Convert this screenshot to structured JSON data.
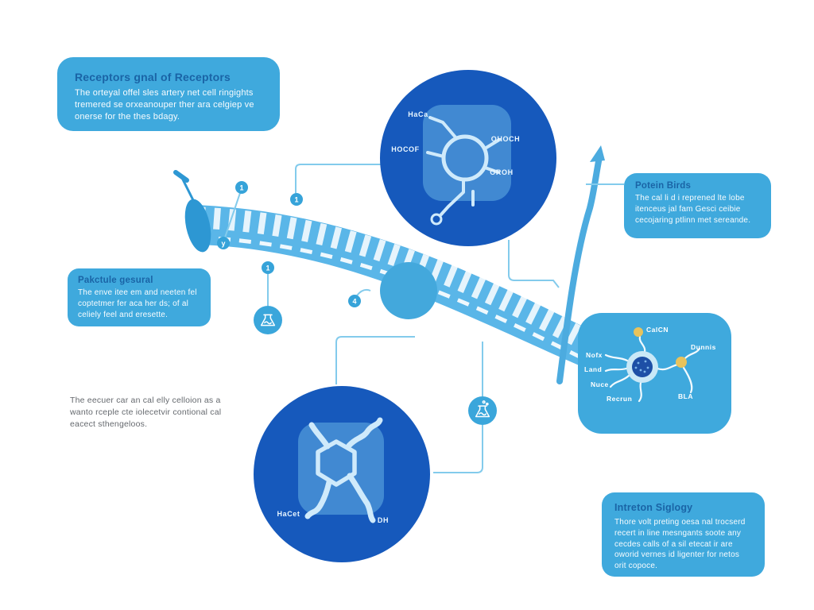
{
  "palette": {
    "box_bg": "#3fa9dd",
    "box_title": "#1a64a6",
    "circle_bg": "#1659bc",
    "circle_square": "#4189d2",
    "band": "#5ab6e8",
    "band_cap": "#2d97d3",
    "accent_line": "#83cbec",
    "molecule_stroke": "#cfeafb",
    "yellow_dot": "#e8c35c",
    "nucleus": "#1d4fa6",
    "gray_text": "#65696e"
  },
  "boxes": {
    "receptors": {
      "title": "Receptors gnal of Receptors",
      "body": "The orteyal offel sles artery net cell ringights tremered se orxeanouper ther ara celgiep ve onerse for the thes bdagy."
    },
    "potein_birds": {
      "title": "Potein Birds",
      "body": "The cal li d i reprened lte lobe itenceus jal fam Gesci ceibie cecojaring ptlinn met sereande."
    },
    "pakctule": {
      "title": "Pakctule gesural",
      "body": "The enve itee em and neeten fel coptetmer fer aca her ds; of al celiely feel and eresette."
    },
    "intreton": {
      "title": "Intreton Siglogy",
      "body": "Thore volt preting oesa nal trocserd recert in line mesngants soote any cecdes calls of a sil etecat ir are oworid vernes id ligenter for netos orit copoce."
    }
  },
  "floating_text": "The eecuer car an cal elly celloion as a wanto rceple cte iolecetvir contional cal eacect sthengeloos.",
  "molecule_top": {
    "labels": {
      "top_left": "HaCa",
      "left": "HOCOF",
      "right_top": "OHOCH",
      "right_bottom": "OROH"
    }
  },
  "molecule_bottom": {
    "labels": {
      "bottom_left": "HaCet",
      "bottom_right": "DH"
    }
  },
  "cell_box": {
    "labels": {
      "top": "CalCN",
      "right": "Dunnis",
      "left_1": "Nofx",
      "left_2": "Land",
      "left_3": "Nuce",
      "bottom_left": "Recrun",
      "bottom_right": "BLA"
    }
  },
  "markers": [
    "1",
    "y",
    "1",
    "1",
    "4"
  ]
}
